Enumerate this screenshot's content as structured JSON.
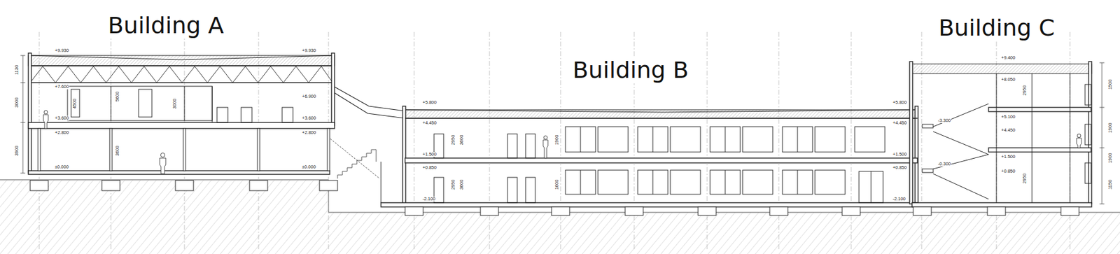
{
  "diagram": {
    "labels": [
      "Building A",
      "Building B",
      "Building C",
      "+9.930",
      "+9.930",
      "+7.600",
      "+6.900",
      "+3.600",
      "+3.600",
      "+2.800",
      "+2.800",
      "±0.000",
      "±0.000",
      "+5.800",
      "+5.800",
      "+4.450",
      "+4.450",
      "+1.500",
      "+1.500",
      "+0.850",
      "+0.850",
      "-2.100",
      "-2.100",
      "+9.400",
      "+8.050",
      "+5.100",
      "+4.450",
      "+1.500",
      "+0.850",
      "-3.300",
      "-0.300",
      "1130",
      "3000",
      "3900",
      "4500",
      "5600",
      "3000",
      "3600",
      "3600",
      "3600",
      "2950",
      "2950",
      "1900",
      "1600",
      "2950",
      "2950",
      "1500",
      "1900",
      "1900",
      "1150"
    ]
  }
}
